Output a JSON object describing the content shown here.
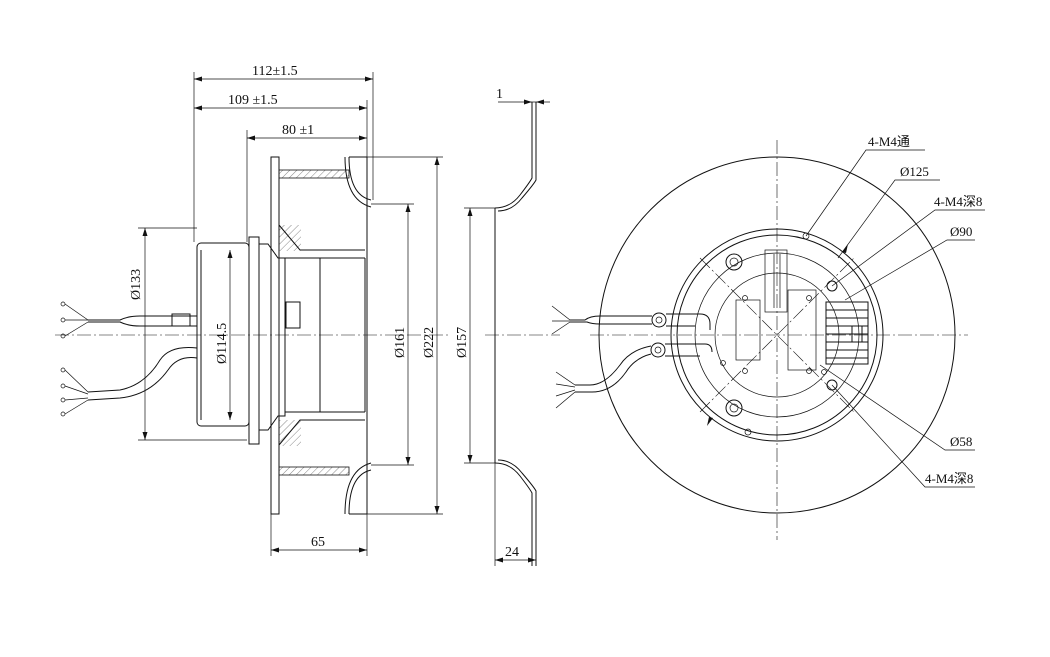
{
  "side_view": {
    "dim_overall_length": "112±1.5",
    "dim_length_2": "109 ±1.5",
    "dim_length_3": "80 ±1",
    "dim_motor_dia": "Ø133",
    "dim_motor_inner_dia": "Ø114.5",
    "dim_inlet_dia": "Ø161",
    "dim_impeller_dia": "Ø222",
    "dim_bottom_length": "65"
  },
  "inlet_ring_view": {
    "dim_thickness": "1",
    "dim_ring_dia": "Ø157",
    "dim_depth": "24"
  },
  "front_view": {
    "callout_1": "4-M4通",
    "callout_2": "Ø125",
    "callout_3": "4-M4深8",
    "callout_4": "Ø90",
    "callout_5": "Ø58",
    "callout_6": "4-M4深8"
  }
}
